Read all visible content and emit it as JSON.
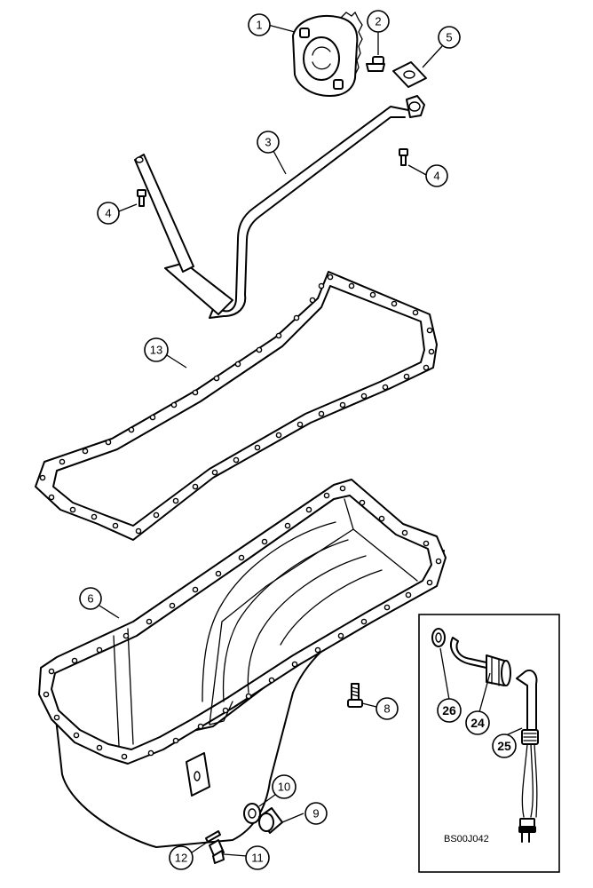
{
  "callouts": {
    "c1": "1",
    "c2": "2",
    "c3": "3",
    "c4a": "4",
    "c4b": "4",
    "c5": "5",
    "c6": "6",
    "c8": "8",
    "c9": "9",
    "c10": "10",
    "c11": "11",
    "c12": "12",
    "c13": "13",
    "c24": "24",
    "c25": "25",
    "c26": "26"
  },
  "reference_code": "BS00J042"
}
